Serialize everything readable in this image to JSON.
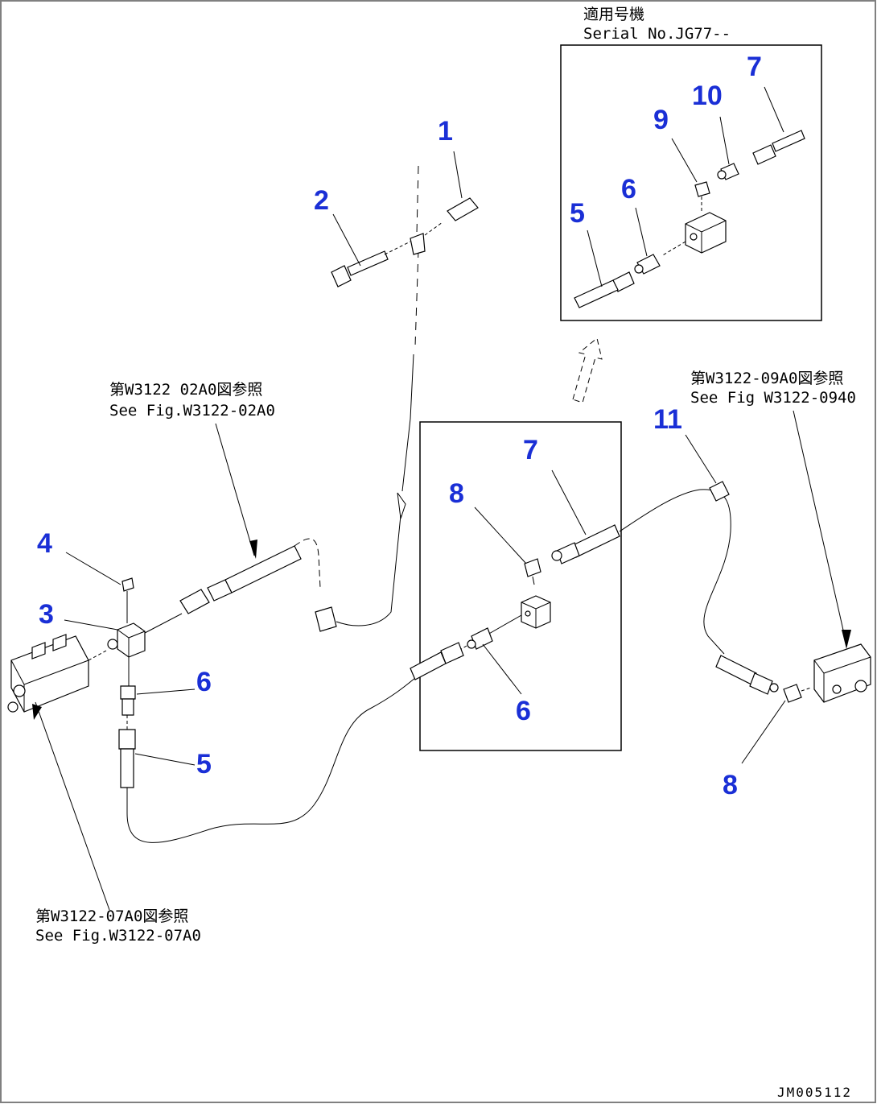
{
  "serial_box": {
    "label_jp": "適用号機",
    "label_en": "Serial No.JG77--"
  },
  "references": {
    "top_left": {
      "jp": "第W3122 02A0図参照",
      "en": "See Fig.W3122-02A0"
    },
    "top_right": {
      "jp": "第W3122-09A0図参照",
      "en": "See Fig W3122-0940"
    },
    "bottom_left": {
      "jp": "第W3122-07A0図参照",
      "en": "See Fig.W3122-07A0"
    }
  },
  "callouts": {
    "c1": "1",
    "c2": "2",
    "c3": "3",
    "c4": "4",
    "c5a": "5",
    "c5b": "5",
    "c6a": "6",
    "c6b": "6",
    "c6c": "6",
    "c7a": "7",
    "c7b": "7",
    "c8a": "8",
    "c8b": "8",
    "c9": "9",
    "c10": "10",
    "c11": "11"
  },
  "drawing_code": "JM005112",
  "colors": {
    "callout": "#1a2fd6",
    "line": "#000000",
    "frame": "#808080"
  }
}
